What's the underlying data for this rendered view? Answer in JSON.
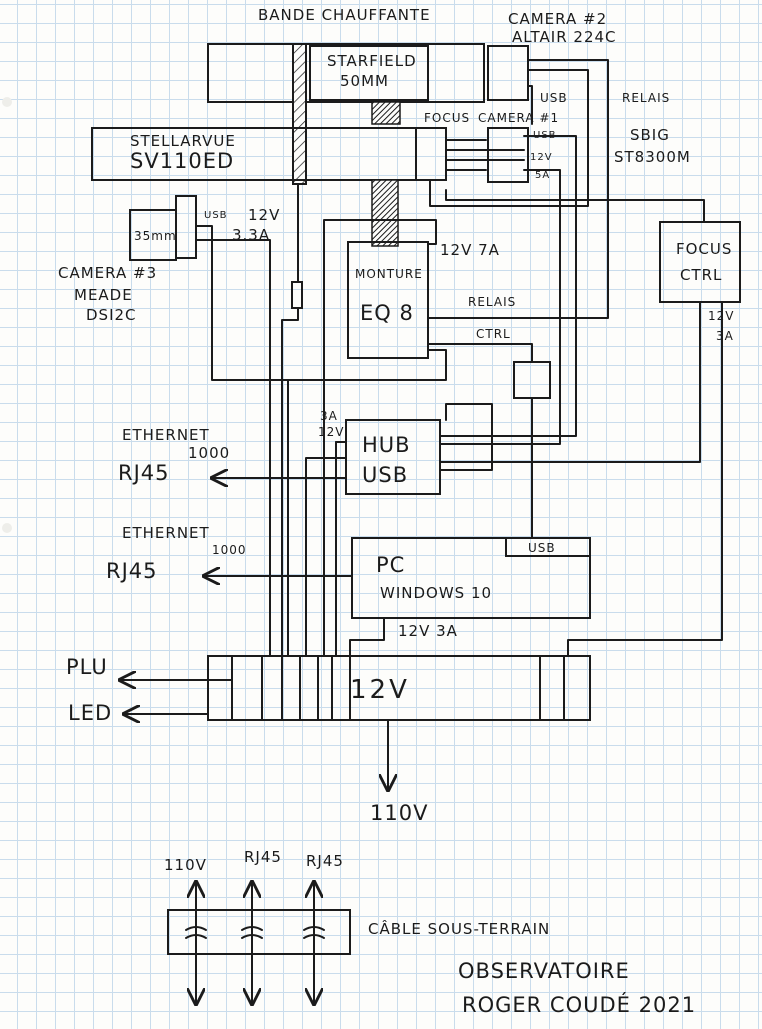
{
  "components": {
    "heater_band": "BANDE CHAUFFANTE",
    "starfield_line1": "STARFIELD",
    "starfield_line2": "50MM",
    "camera2_line1": "CAMERA #2",
    "camera2_line2": "ALTAIR 224C",
    "stellarvue_line1": "STELLARVUE",
    "stellarvue_line2": "SV110ED",
    "focus_label": "FOCUS",
    "camera1_label": "CAMERA #1",
    "sbig_line1": "SBIG",
    "sbig_line2": "ST8300M",
    "scope35": "35mm",
    "camera3_line1": "CAMERA #3",
    "camera3_line2": "MEADE",
    "camera3_line3": "DSI2C",
    "mount_line1": "MONTURE",
    "mount_line2": "EQ 8",
    "focus_ctrl_line1": "FOCUS",
    "focus_ctrl_line2": "CTRL",
    "hub_line1": "HUB",
    "hub_line2": "USB",
    "pc_line1": "PC",
    "pc_line2": "WINDOWS 10",
    "power_bar": "12V"
  },
  "labels": {
    "usb_cam2": "USB",
    "relais_top": "RELAIS",
    "usb_cam1": "USB",
    "v12_cam1": "12V",
    "a5_cam1": "5A",
    "usb_cam3": "USB",
    "v12_cam3": "12V",
    "a33_cam3": "3.3A",
    "v12_7a": "12V 7A",
    "relais_mount": "RELAIS",
    "ctrl_mount": "CTRL",
    "v12_focus": "12V",
    "a3_focus": "3A",
    "a3_hub": "3A",
    "v12_hub": "12V",
    "usb_pc": "USB",
    "v12_3a_pc": "12V 3A",
    "ethernet1_line1": "ETHERNET",
    "ethernet1_line2": "1000",
    "rj45_1": "RJ45",
    "ethernet2_line1": "ETHERNET",
    "ethernet2_line2": "1000",
    "rj45_2": "RJ45",
    "plu": "PLU",
    "led": "LED",
    "v110": "110V"
  },
  "legend": {
    "v110": "110V",
    "rj45_a": "RJ45",
    "rj45_b": "RJ45",
    "cable": "CÂBLE SOUS-TERRAIN",
    "title_line1": "OBSERVATOIRE",
    "title_line2": "ROGER COUDÉ 2021"
  }
}
